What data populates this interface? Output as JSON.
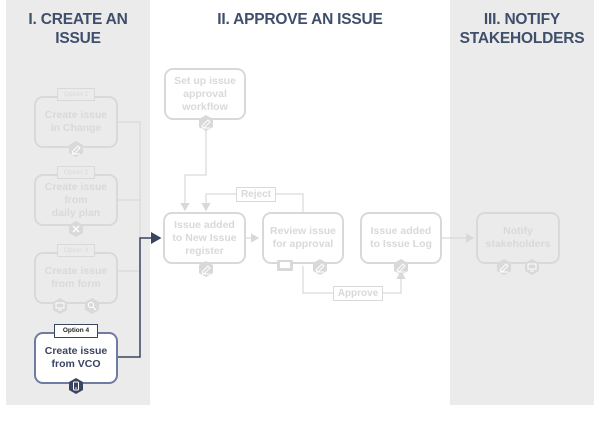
{
  "headers": {
    "create": "I. CREATE AN ISSUE",
    "approve": "II. APPROVE AN ISSUE",
    "notify": "III. NOTIFY\nSTAKEHOLDERS"
  },
  "options": [
    {
      "tag": "Option 1",
      "label": "Create issue\nin Change"
    },
    {
      "tag": "Option 2",
      "label": "Create issue\nfrom\ndaily plan"
    },
    {
      "tag": "Option 3",
      "label": "Create issue\nfrom form"
    },
    {
      "tag": "Option 4",
      "label": "Create issue\nfrom VCO"
    }
  ],
  "approve_steps": {
    "setup": "Set up issue\napproval\nworkflow",
    "added_register": "Issue added\nto New Issue\nregister",
    "review": "Review issue\nfor approval",
    "added_log": "Issue added\nto Issue Log"
  },
  "flow_labels": {
    "reject": "Reject",
    "approve": "Approve"
  },
  "notify_step": "Notify\nstakeholders",
  "colors": {
    "header_text": "#3f4e6b",
    "faded": "#d9d9d9",
    "active_border": "#707ba3",
    "active_text": "#3a4460",
    "gray_column": "#ebebeb"
  },
  "icons": {
    "option1": "edit-icon",
    "option2": "cancel-icon",
    "option3a": "monitor-icon",
    "option3b": "search-icon",
    "option4": "mobile-icon",
    "setup": "edit-icon",
    "register": "edit-icon",
    "review_a": "desktop-icon",
    "review_b": "edit-icon",
    "log": "edit-icon",
    "notify_a": "edit-icon",
    "notify_b": "monitor-icon"
  }
}
